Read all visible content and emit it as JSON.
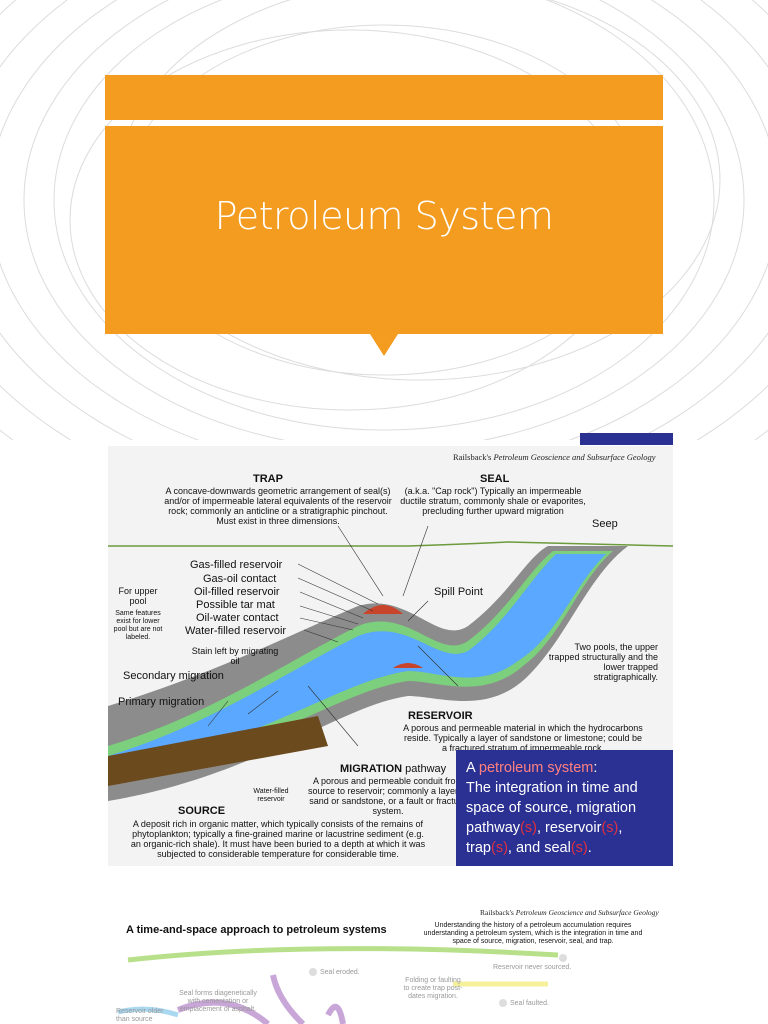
{
  "slide": {
    "title": "Petroleum System"
  },
  "diagram1": {
    "credit_prefix": "Railsback's ",
    "credit_italic": "Petroleum Geoscience and Subsurface Geology",
    "trap_head": "TRAP",
    "trap_desc": "A concave-downwards geometric arrangement of seal(s) and/or of impermeable lateral equivalents of the reservoir rock; commonly an anticline or a stratigraphic pinchout.  Must exist in three dimensions.",
    "seal_head": "SEAL",
    "seal_desc": "(a.k.a. \"Cap rock\") Typically an impermeable ductile stratum, commonly shale or evaporites, precluding further upward migration",
    "seep": "Seep",
    "spill_point": "Spill Point",
    "for_upper_pool": "For upper pool",
    "same_features": "Same features exist for lower pool but are not labeled.",
    "legend": [
      "Gas-filled reservoir",
      "Gas-oil contact",
      "Oil-filled reservoir",
      "Possible tar mat",
      "Oil-water contact",
      "Water-filled reservoir"
    ],
    "stain": "Stain left by migrating oil",
    "secondary_migration": "Secondary migration",
    "primary_migration": "Primary migration",
    "two_pools": "Two pools, the upper trapped structurally and the lower trapped stratigraphically.",
    "reservoir_head": "RESERVOIR",
    "reservoir_desc": "A porous and permeable material in which the hydrocarbons reside. Typically a layer of sandstone or limestone; could be a fractured stratum of impermeable rock.",
    "migration_head": "MIGRATION",
    "migration_suffix": " pathway",
    "migration_desc": "A porous and permeable conduit from source to reservoir; commonly a layer of sand or sandstone, or a fault or fracture system.",
    "water_filled_reservoir": "Water-filled reservoir",
    "source_head": "SOURCE",
    "source_desc": "A deposit rich in organic matter, which typically consists of the remains of phytoplankton; typically a fine-grained marine or lacustrine sediment (e.g. an organic-rich shale). It must have been buried to a depth at which it was subjected to considerable temperature for considerable time."
  },
  "definition": {
    "a": "A ",
    "term": "petroleum system",
    "colon": ":",
    "line1": "The integration in time and space of source, migration pathway",
    "s1": "(s)",
    "comma1": ", reservoir",
    "s2": "(s)",
    "comma2": ",",
    "trap": "trap",
    "s3": "(s)",
    "and_seal": ", and seal",
    "s4": "(s)",
    "period": "."
  },
  "diagram2": {
    "credit_prefix": "Railsback's ",
    "credit_italic": "Petroleum Geoscience and Subsurface Geology",
    "title": "A time-and-space approach to petroleum systems",
    "intro": "Understanding the history of a petroleum accumulation requires understanding a petroleum system, which is the integration in time and  space of source, migration, reservoir, seal, and trap.",
    "seal_eroded": "Seal eroded.",
    "reservoir_never_sourced": "Reservoir never sourced.",
    "folding": "Folding or faulting to create trap post-dates migration.",
    "seal_forms": "Seal forms diagenetically with cementation or emplacement of asphalt.",
    "seal_faulted": "Seal faulted.",
    "reservoir_older": "Reservoir older than source"
  },
  "colors": {
    "orange": "#f39c1f",
    "navy": "#2a3192",
    "water_blue": "#5aa8ff",
    "seal_gray": "#8c8c8c",
    "oil_green": "#7ccf7c",
    "gas_red": "#c8442a",
    "source_brown": "#6b4a1e"
  }
}
